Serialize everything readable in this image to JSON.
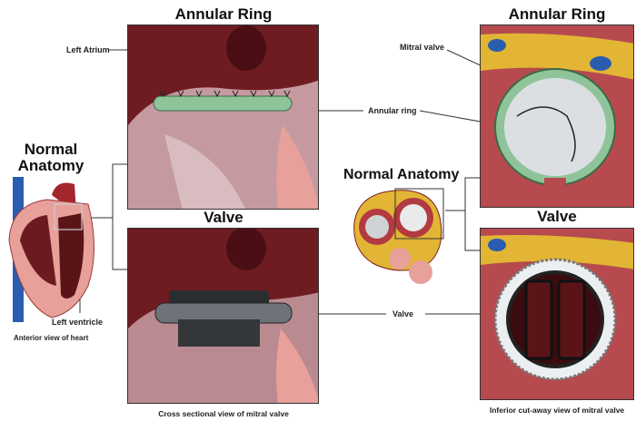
{
  "left": {
    "title": "Normal Anatomy",
    "label_left_ventricle": "Left ventricle",
    "caption": "Anterior view of heart"
  },
  "cross_section": {
    "ring_title": "Annular Ring",
    "valve_title": "Valve",
    "label_left_atrium": "Left Atrium",
    "label_annular_ring": "Annular ring",
    "label_valve": "Valve",
    "caption": "Cross sectional view of mitral valve"
  },
  "middle": {
    "title": "Normal Anatomy"
  },
  "inferior": {
    "ring_title": "Annular Ring",
    "valve_title": "Valve",
    "label_mitral_valve": "Mitral valve",
    "caption": "Inferior cut-away view of mitral valve"
  },
  "colors": {
    "muscle": "#7a1e22",
    "tissue": "#e7a09a",
    "ring": "#8fc49a",
    "fat": "#e2b634",
    "vessel_blue": "#2a5db0"
  }
}
